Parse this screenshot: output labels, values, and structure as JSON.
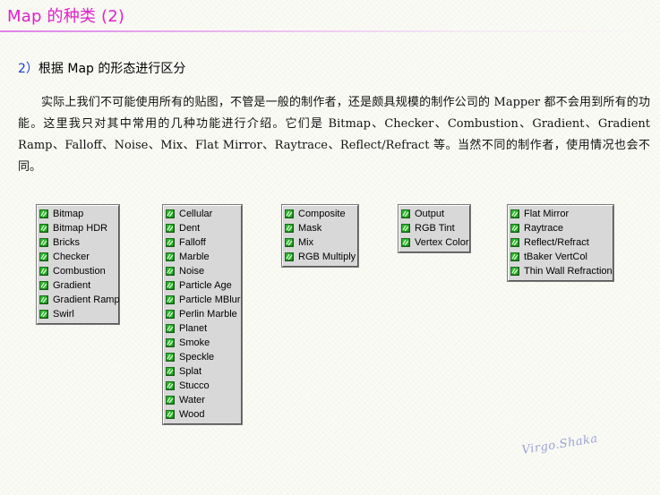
{
  "title": "Map 的种类 (2)",
  "section": {
    "number": "2）",
    "heading": "根据 Map 的形态进行区分"
  },
  "paragraph": "实际上我们不可能使用所有的贴图，不管是一般的制作者，还是颇具规模的制作公司的 Mapper 都不会用到所有的功能。这里我只对其中常用的几种功能进行介绍。它们是 Bitmap、Checker、Combustion、Gradient、Gradient Ramp、Falloff、Noise、Mix、Flat Mirror、Raytrace、Reflect/Refract 等。当然不同的制作者，使用情况也会不同。",
  "icon_name": "green-map-icon",
  "colors": {
    "title": "#e020c8",
    "section_number": "#1a3fd6",
    "icon_green": "#2bb52b",
    "list_bg": "#d8d8d8",
    "signature": "#9aa2d6"
  },
  "lists": [
    {
      "items": [
        "Bitmap",
        "Bitmap HDR",
        "Bricks",
        "Checker",
        "Combustion",
        "Gradient",
        "Gradient Ramp",
        "Swirl"
      ]
    },
    {
      "items": [
        "Cellular",
        "Dent",
        "Falloff",
        "Marble",
        "Noise",
        "Particle Age",
        "Particle MBlur",
        "Perlin Marble",
        "Planet",
        "Smoke",
        "Speckle",
        "Splat",
        "Stucco",
        "Water",
        "Wood"
      ]
    },
    {
      "items": [
        "Composite",
        "Mask",
        "Mix",
        "RGB Multiply"
      ]
    },
    {
      "items": [
        "Output",
        "RGB Tint",
        "Vertex Color"
      ]
    },
    {
      "items": [
        "Flat Mirror",
        "Raytrace",
        "Reflect/Refract",
        "tBaker VertCol",
        "Thin Wall Refraction"
      ]
    }
  ],
  "signature": "Virgo.Shaka"
}
